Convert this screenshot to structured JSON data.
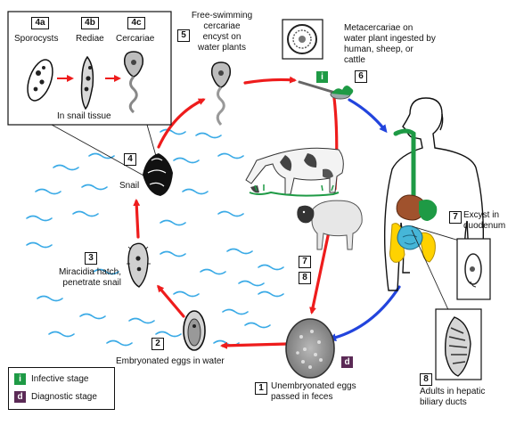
{
  "colors": {
    "infective": "#1e9a45",
    "diagnostic": "#5b2a56",
    "human_path": "#2244dd",
    "cycle_arrow": "#ee1c1c",
    "water": "#3aaae6"
  },
  "stages": {
    "s1": {
      "num": "1",
      "text": "Unembryonated eggs passed in feces"
    },
    "s2": {
      "num": "2",
      "text": "Embryonated eggs in water"
    },
    "s3": {
      "num": "3",
      "text": "Miracidia hatch, penetrate snail"
    },
    "s4": {
      "num": "4",
      "text": "Snail"
    },
    "s4a": {
      "num": "4a",
      "text": "Sporocysts"
    },
    "s4b": {
      "num": "4b",
      "text": "Rediae"
    },
    "s4c": {
      "num": "4c",
      "text": "Cercariae"
    },
    "inset_caption": "In snail tissue",
    "s5": {
      "num": "5",
      "text": "Free-swimming cercariae encyst on water plants"
    },
    "s6": {
      "num": "6",
      "text": "Metacercariae on water plant ingested by human, sheep, or cattle"
    },
    "s7a": {
      "num": "7",
      "text": "Excyst in duodenum"
    },
    "s7b": {
      "num": "7"
    },
    "s8a": {
      "num": "8",
      "text": "Adults in hepatic biliary ducts"
    },
    "s8b": {
      "num": "8"
    }
  },
  "markers": {
    "infective": "i",
    "diagnostic": "d"
  },
  "legend": {
    "infective_label": "Infective stage",
    "diagnostic_label": "Diagnostic stage"
  },
  "icons": [
    "snail-icon",
    "cow-icon",
    "sheep-icon",
    "human-silhouette-icon",
    "egg-icon",
    "plant-icon"
  ]
}
